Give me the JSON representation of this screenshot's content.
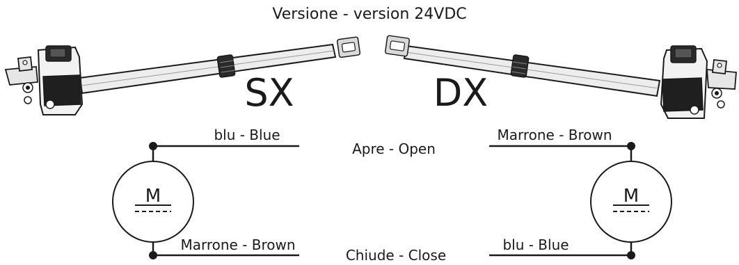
{
  "title": "Versione - version 24VDC",
  "left": {
    "side_label": "SX",
    "motor_label": "M",
    "top_wire_label": "blu - Blue",
    "bottom_wire_label": "Marrone - Brown"
  },
  "right": {
    "side_label": "DX",
    "motor_label": "M",
    "top_wire_label": "Marrone - Brown",
    "bottom_wire_label": "blu - Blue"
  },
  "center": {
    "open_label": "Apre - Open",
    "close_label": "Chiude - Close"
  }
}
